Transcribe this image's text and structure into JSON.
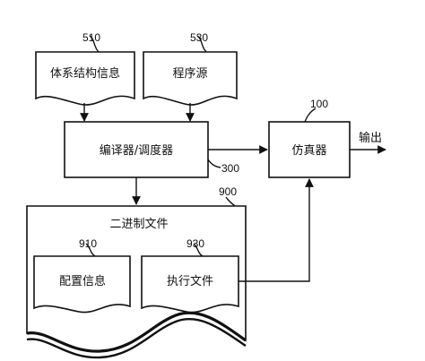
{
  "blocks": {
    "arch_info": {
      "ref": "510",
      "label": "体系结构信息"
    },
    "program_source": {
      "ref": "530",
      "label": "程序源"
    },
    "compiler_scheduler": {
      "ref": "300",
      "label": "编译器/调度器"
    },
    "simulator": {
      "ref": "100",
      "label": "仿真器"
    },
    "binary_file": {
      "ref": "900",
      "label": "二进制文件"
    },
    "config_info": {
      "ref": "910",
      "label": "配置信息"
    },
    "executable_file": {
      "ref": "930",
      "label": "执行文件"
    }
  },
  "output_label": "输出",
  "colors": {
    "stroke": "#111111",
    "background": "#ffffff"
  }
}
